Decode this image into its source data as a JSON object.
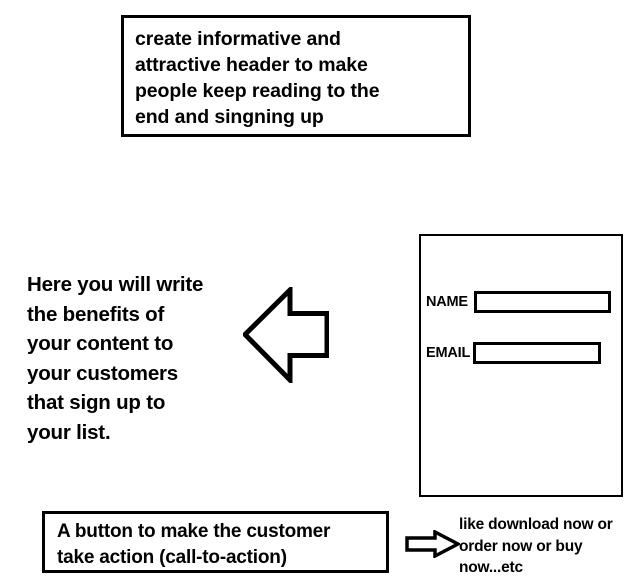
{
  "page": {
    "title": "Landing Page Wireframe Annotation",
    "background_color": "#ffffff",
    "ink_color": "#000000"
  },
  "header_annotation": {
    "name": "header-annotation-box",
    "text": "create informative and\nattractive header to make\npeople keep reading to the\nend and singning up"
  },
  "benefits_annotation": {
    "name": "benefits-annotation-text",
    "text": "Here you will write\nthe benefits of\nyour content to\nyour customers\nthat sign up to\nyour list.",
    "arrow": {
      "icon": "arrow-left-icon",
      "direction": "left",
      "points_to": "signup-form-box"
    }
  },
  "signup_form": {
    "name": "signup-form-mock",
    "fields": [
      {
        "label": "NAME",
        "value": "",
        "placeholder": ""
      },
      {
        "label": "EMAIL",
        "value": "",
        "placeholder": ""
      }
    ]
  },
  "cta_annotation": {
    "name": "cta-annotation-box",
    "text": "A button to make the customer\ntake action (call-to-action)",
    "arrow": {
      "icon": "arrow-right-icon",
      "direction": "right",
      "points_to": "cta-examples-text"
    },
    "examples_text": "like download now or\norder now or buy\nnow...etc"
  }
}
